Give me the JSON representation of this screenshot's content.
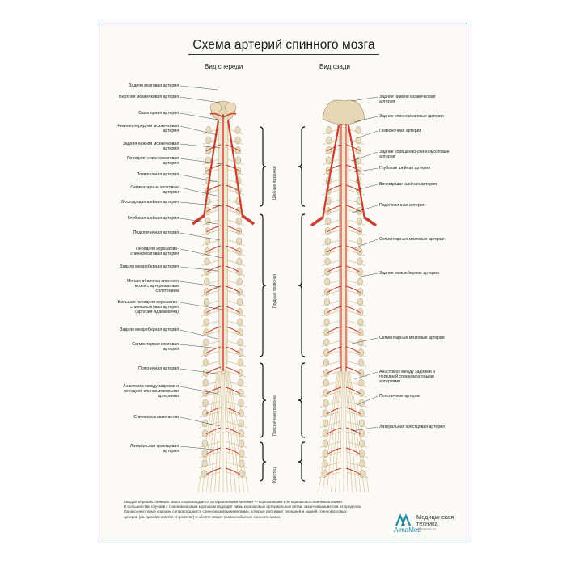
{
  "title": "Схема артерий спинного мозга",
  "views": {
    "front": "Вид спереди",
    "back": "Вид сзади"
  },
  "regions": {
    "cervical": "Шейные позвонки",
    "thoracic": "Грудные позвонки",
    "lumbar": "Поясничные позвонки",
    "sacrum": "Крестец"
  },
  "front_labels": [
    "Задняя мозговая артерия",
    "Верхняя мозжечковая артерия",
    "Базилярная артерия",
    "Нижняя передняя мозжечковая артерия",
    "Задняя нижняя мозжечковая артерия",
    "Передняя спинномозговая артерия",
    "Позвоночная артерия",
    "Сегментарные мозговые артерии",
    "Восходящая шейная артерия",
    "Глубокая шейная артерия",
    "Подключичная артерия",
    "Передняя корешково-спинномозговая артерия",
    "Задняя межреберная артерия",
    "Мягкая оболочка спинного мозга с артериальным сплетением",
    "Большая передняя корешково-спинномозговая артерия (артерия Адамкевича)",
    "Задняя межреберная артерия",
    "Сегментарная мозговая артерия",
    "Поясничная артерия",
    "Анастомоз между задними и передней спинномозговыми артериями",
    "Спинномозговые ветви",
    "Латеральная крестцовая артерия"
  ],
  "back_labels": [
    "Задняя нижняя мозжечковая артерия",
    "Задние спинномозговые артерии",
    "Позвоночная артерия",
    "Задние корешково-спинномозговые артерии",
    "Глубокая шейная артерия",
    "Восходящая шейная артерия",
    "Подключичная артерия",
    "Сегментарные мозговые артерии",
    "Задние межреберные артерии",
    "Сегментарные мозговые артерии",
    "Анастомоз между задними и передней спинномозговыми артериями",
    "Поясничные артерии",
    "Латеральная крестцовая артерия"
  ],
  "footnote": [
    "Каждый корешок спинного мозга сопровождается артериальными ветвями — корешковыми или корешково-спинномозговыми.",
    "В большинстве случаев к спинномозговым корешкам подходят лишь корешковые артериальные ветви, заканчивающиеся в их пределах.",
    "Однако некоторые корешки сопровождаются спинномозговыми ветвями, которые достигают передней и задней спинномозговых",
    "артерий (aa. spinales anterior et posterior) и обеспечивают кровоснабжение спинного мозга."
  ],
  "brand": {
    "name": "AlmaMed",
    "line1": "Медицинская",
    "line2": "техника",
    "url": "almamed.su"
  },
  "colors": {
    "artery": "#c8402f",
    "cord": "#efe6cf",
    "nerve": "#d9c59a",
    "bone": "#e8dcc0",
    "frame": "#3a9fb0"
  }
}
